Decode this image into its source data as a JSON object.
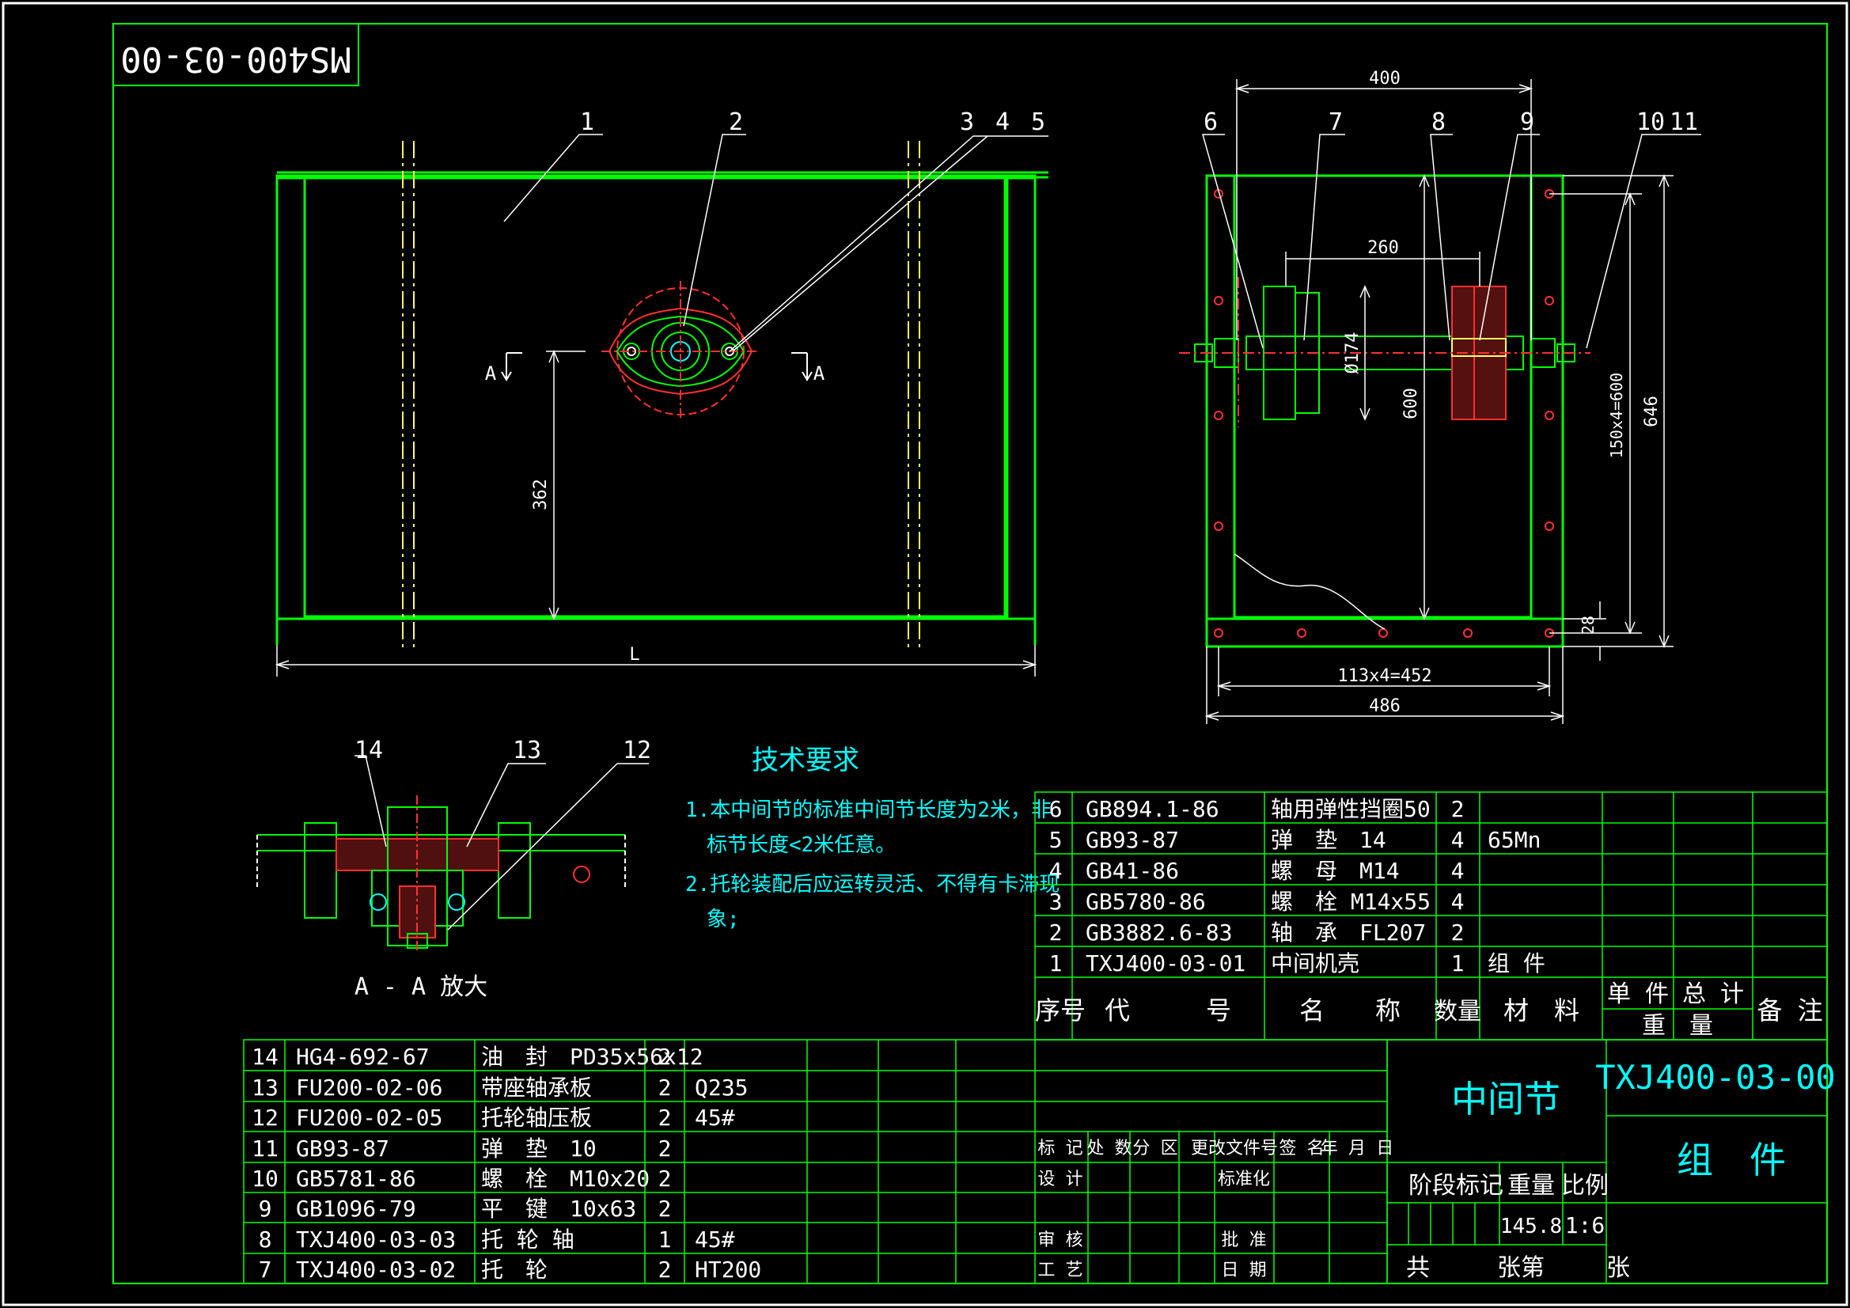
{
  "drawing_number_mirrored": "MS400-03-00",
  "front_view": {
    "balloons": [
      "1",
      "2",
      "3",
      "4",
      "5"
    ],
    "dim_length": "L",
    "dim_height": "362",
    "section_left": "A",
    "section_right": "A"
  },
  "side_view": {
    "balloons": [
      "6",
      "7",
      "8",
      "9",
      "10",
      "11"
    ],
    "dim_top": "400",
    "dim_axle": "260",
    "dim_diameter": "Ø174",
    "dim_600": "600",
    "dim_pitch_v": "150x4=600",
    "dim_646": "646",
    "dim_28": "28",
    "dim_pitch_h": "113x4=452",
    "dim_486": "486"
  },
  "detail_view": {
    "balloons": [
      "14",
      "13",
      "12"
    ],
    "caption": "A - A 放大"
  },
  "tech_requirements": {
    "title": "技术要求",
    "lines": [
      "1.本中间节的标准中间节长度为2米，非",
      "标节长度<2米任意。",
      "2.托轮装配后应运转灵活、不得有卡滞现",
      "象;"
    ]
  },
  "upper_bom": {
    "rows": [
      {
        "no": "6",
        "code": "GB894.1-86",
        "name": "轴用弹性挡圈50",
        "qty": "2",
        "material": ""
      },
      {
        "no": "5",
        "code": "GB93-87",
        "name": "弹　垫　14",
        "qty": "4",
        "material": "65Mn"
      },
      {
        "no": "4",
        "code": "GB41-86",
        "name": "螺　母　M14",
        "qty": "4",
        "material": ""
      },
      {
        "no": "3",
        "code": "GB5780-86",
        "name": "螺　栓 M14x55",
        "qty": "4",
        "material": ""
      },
      {
        "no": "2",
        "code": "GB3882.6-83",
        "name": "轴　承　FL207",
        "qty": "2",
        "material": ""
      },
      {
        "no": "1",
        "code": "TXJ400-03-01",
        "name": "中间机壳",
        "qty": "1",
        "material": "组 件"
      }
    ],
    "header": {
      "no": "序号",
      "code": "代　　　号",
      "name": "名　　称",
      "qty": "数量",
      "material": "材　料",
      "unit_weight": "单 件",
      "total_weight": "总 计",
      "weight": "重　量",
      "remark": "备 注"
    }
  },
  "lower_bom": {
    "rows": [
      {
        "no": "14",
        "code": "HG4-692-67",
        "name": "油　封　PD35x56x12",
        "qty": "2",
        "material": ""
      },
      {
        "no": "13",
        "code": "FU200-02-06",
        "name": "带座轴承板",
        "qty": "2",
        "material": "Q235"
      },
      {
        "no": "12",
        "code": "FU200-02-05",
        "name": "托轮轴压板",
        "qty": "2",
        "material": "45#"
      },
      {
        "no": "11",
        "code": "GB93-87",
        "name": "弹　垫　10",
        "qty": "2",
        "material": ""
      },
      {
        "no": "10",
        "code": "GB5781-86",
        "name": "螺　栓　M10x20",
        "qty": "2",
        "material": ""
      },
      {
        "no": "9",
        "code": "GB1096-79",
        "name": "平　键　10x63",
        "qty": "2",
        "material": ""
      },
      {
        "no": "8",
        "code": "TXJ400-03-03",
        "name": "托 轮 轴",
        "qty": "1",
        "material": "45#"
      },
      {
        "no": "7",
        "code": "TXJ400-03-02",
        "name": "托　轮",
        "qty": "2",
        "material": "HT200"
      }
    ]
  },
  "title_block": {
    "name": "中间节",
    "drawing_no": "TXJ400-03-00",
    "type": "组　件",
    "rev_header": [
      "标 记",
      "处 数",
      "分 区",
      "更改文件号",
      "签 名",
      "年 月 日"
    ],
    "design": "设 计",
    "standard": "标准化",
    "review": "审 核",
    "approve": "批 准",
    "process": "工 艺",
    "date": "日 期",
    "stage_mark": "阶段标记",
    "weight_label": "重量",
    "scale_label": "比例",
    "weight": "145.8",
    "scale": "1:6",
    "sheet_total": "共",
    "sheet_of": "张第",
    "sheet_end": "张"
  }
}
